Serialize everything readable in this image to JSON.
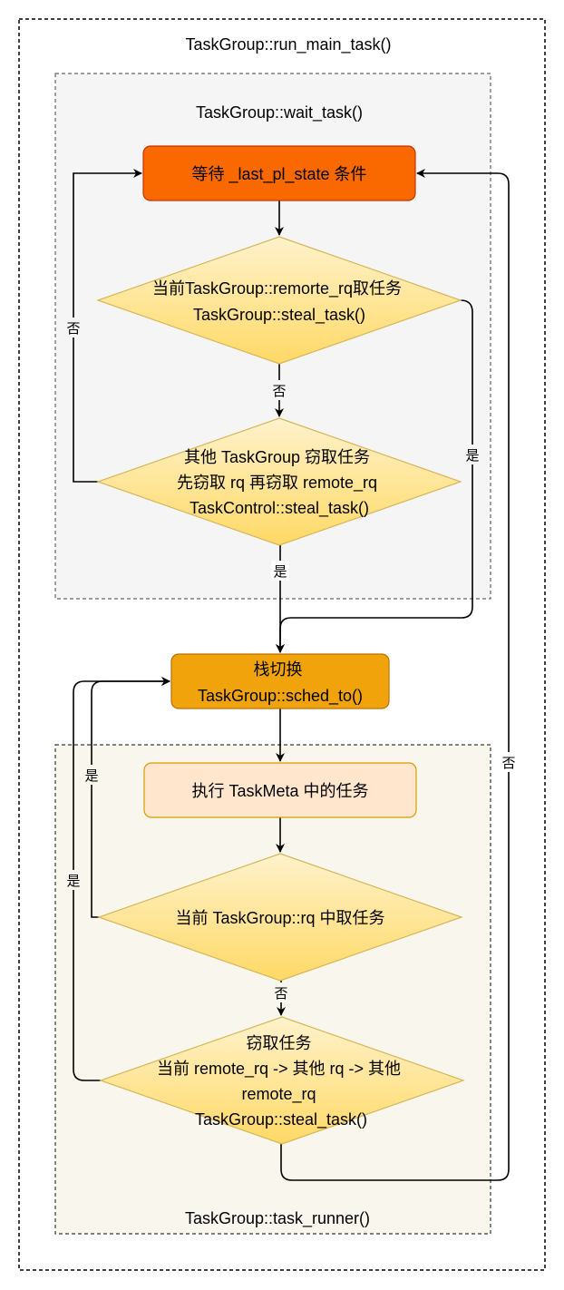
{
  "outer_group": {
    "title": "TaskGroup::run_main_task()"
  },
  "wait_group": {
    "title": "TaskGroup::wait_task()"
  },
  "runner_group": {
    "title": "TaskGroup::task_runner()"
  },
  "nodes": {
    "wait_condition": {
      "lines": [
        "等待 _last_pl_state 条件"
      ]
    },
    "remote_rq_decision": {
      "lines": [
        "当前TaskGroup::remorte_rq取任务",
        "TaskGroup::steal_task()"
      ]
    },
    "steal_other_decision": {
      "lines": [
        "其他 TaskGroup 窃取任务",
        "先窃取 rq 再窃取 remote_rq",
        "TaskControl::steal_task()"
      ]
    },
    "stack_switch": {
      "lines": [
        "栈切换",
        "TaskGroup::sched_to()"
      ]
    },
    "exec_task": {
      "lines": [
        "执行 TaskMeta 中的任务"
      ]
    },
    "local_rq_decision": {
      "lines": [
        "当前 TaskGroup::rq 中取任务"
      ]
    },
    "steal_decision": {
      "lines": [
        "窃取任务",
        "当前 remote_rq -> 其他 rq -> 其他",
        "remote_rq",
        "TaskGroup::steal_task()"
      ]
    }
  },
  "edge_labels": {
    "remote_no": "否",
    "remote_yes": "是",
    "steal_other_no": "否",
    "steal_other_yes": "是",
    "local_yes": "是",
    "local_no": "否",
    "steal_yes": "是",
    "steal_no": "否"
  },
  "colors": {
    "wait_condition_fill": "#fa6800",
    "wait_condition_stroke": "#c73500",
    "stack_switch_fill": "#f0a30a",
    "stack_switch_stroke": "#bd7000",
    "exec_task_fill": "#ffe6cc",
    "exec_task_stroke": "#d79b00",
    "decision_top": "#fff2cc",
    "decision_bottom": "#ffd966",
    "decision_stroke": "#d6b656",
    "wait_group_fill": "#f5f5f5",
    "wait_group_stroke": "#666666",
    "runner_group_fill": "#f9f7ed",
    "runner_group_stroke": "#36393d"
  }
}
